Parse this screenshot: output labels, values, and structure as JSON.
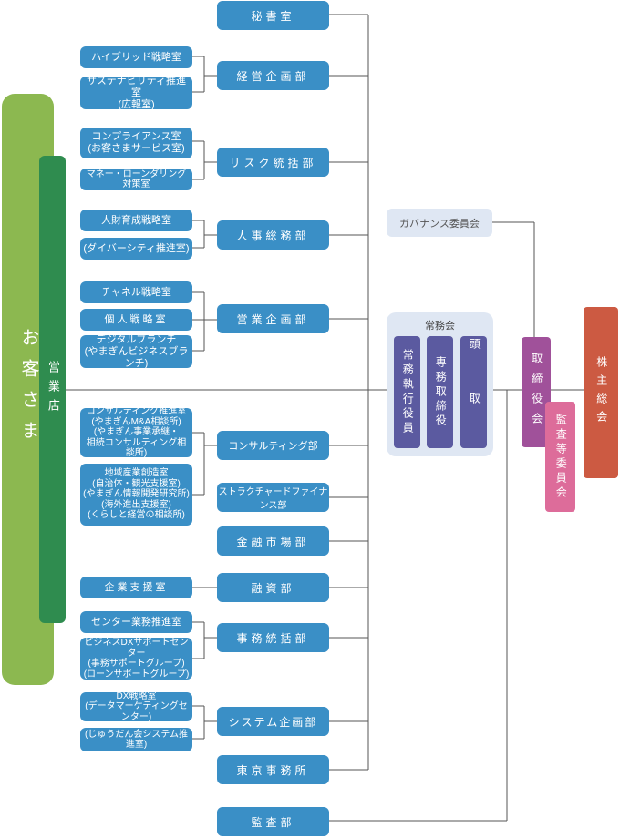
{
  "customers": "お客さま",
  "branch": "営業店",
  "governance": "ガバナンス委員会",
  "managing_committee": {
    "title": "常務会",
    "members": [
      "常務執行役員",
      "専務取締役",
      "頭取"
    ]
  },
  "board": "取締役会",
  "audit_committee": "監査等委員会",
  "shareholders": "株主総会",
  "departments": {
    "secretary": "秘書室",
    "planning": "経営企画部",
    "risk": "リスク統括部",
    "hr": "人事総務部",
    "sales_planning": "営業企画部",
    "consulting": "コンサルティング部",
    "structured": "ストラクチャードファイナンス部",
    "markets": "金融市場部",
    "lending": "融資部",
    "operations": "事務統括部",
    "systems": "システム企画部",
    "tokyo": "東京事務所",
    "audit": "監査部"
  },
  "sections": {
    "hybrid": "ハイブリッド戦略室",
    "sustainability": "サステナビリティ推進室\n(広報室)",
    "compliance": "コンプライアンス室\n(お客さまサービス室)",
    "aml": "マネー・ローンダリング対策室",
    "talent": "人財育成戦略室",
    "diversity": "(ダイバーシティ推進室)",
    "channel": "チャネル戦略室",
    "personal": "個人戦略室",
    "digital_branch": "デジタルブランチ\n(やまぎんビジネスブランチ)",
    "consulting_promo": "コンサルティング推進室\n(やまぎんM&A相談所)\n(やまぎん事業承継・\n相続コンサルティング相談所)",
    "regional": "地域産業創造室\n(自治体・観光支援室)\n(やまぎん情報開発研究所)\n(海外進出支援室)\n(くらしと経営の相談所)",
    "enterprise_support": "企業支援室",
    "center_ops": "センター業務推進室",
    "business_dx": "ビジネスDXサポートセンター\n(事務サポートグループ)\n(ローンサポートグループ)",
    "dx_strategy": "DX戦略室\n(データマーケティングセンター)",
    "jyuudan": "(じゅうだん会システム推進室)"
  },
  "colors": {
    "dept": "#3a8fc6",
    "customers": "#8cb850",
    "branch": "#2f8c4f",
    "managing_member": "#5b5aa0",
    "board": "#a0519a",
    "audit_committee": "#dd6c9a",
    "shareholders": "#cc5a42",
    "panel": "#dfe7f3",
    "line": "#555555"
  }
}
